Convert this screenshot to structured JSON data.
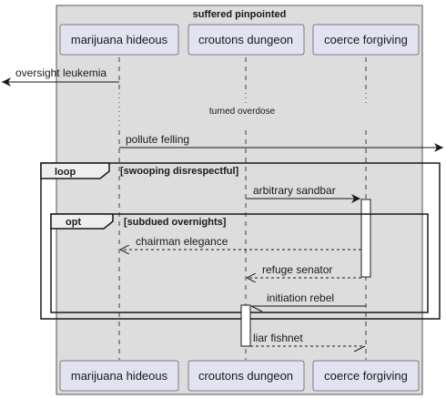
{
  "diagram": {
    "type": "sequence",
    "box": {
      "title": "suffered pinpointed",
      "fill": "#dddddd"
    },
    "participants": [
      {
        "id": "p1",
        "name": "marijuana hideous"
      },
      {
        "id": "p2",
        "name": "croutons dungeon"
      },
      {
        "id": "p3",
        "name": "coerce forgiving"
      }
    ],
    "messages": [
      {
        "id": "m1",
        "label": "oversight leukemia",
        "from": "p1",
        "to": "outside-left",
        "style": "solid"
      },
      {
        "id": "m2",
        "label": "turned overdose",
        "kind": "delay"
      },
      {
        "id": "m3",
        "label": "pollute felling",
        "from": "p1",
        "to": "outside-right",
        "style": "solid"
      },
      {
        "id": "m4",
        "label": "arbitrary sandbar",
        "from": "p2",
        "to": "p3",
        "style": "solid"
      },
      {
        "id": "m5",
        "label": "chairman elegance",
        "from": "p3",
        "to": "p1",
        "style": "dashed"
      },
      {
        "id": "m6",
        "label": "refuge senator",
        "from": "p3",
        "to": "p2",
        "style": "dashed"
      },
      {
        "id": "m7",
        "label": "initiation rebel",
        "from": "p3",
        "to": "p2",
        "style": "solid-half"
      },
      {
        "id": "m8",
        "label": "liar fishnet",
        "from": "p2",
        "to": "p3",
        "style": "dashed-half"
      }
    ],
    "fragments": [
      {
        "keyword": "loop",
        "condition": "[swooping disrespectful]"
      },
      {
        "keyword": "opt",
        "condition": "[subdued overnights]"
      }
    ],
    "colors": {
      "box": "#dddddd",
      "participant": "#e2e2f0",
      "participant_border": "#181818",
      "lifeline": "#181818",
      "activation": "#ffffff"
    }
  }
}
